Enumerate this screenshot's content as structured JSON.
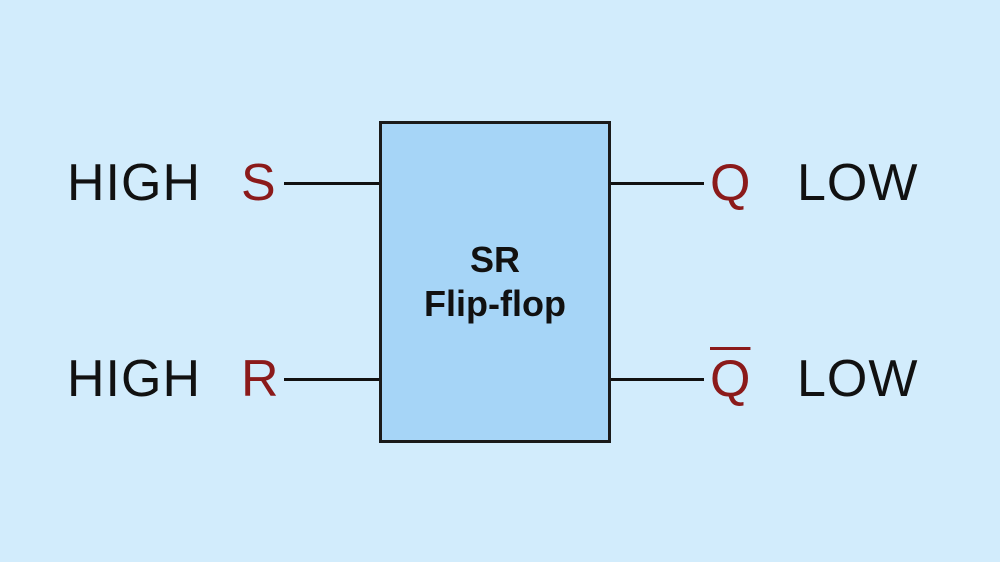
{
  "colors": {
    "background": "#d2ecfc",
    "block_fill": "#a6d5f7",
    "label_color": "#111111",
    "pin_color": "#8b1a1a"
  },
  "block": {
    "line1": "SR",
    "line2": "Flip-flop"
  },
  "inputs": [
    {
      "state": "HIGH",
      "pin": "S"
    },
    {
      "state": "HIGH",
      "pin": "R"
    }
  ],
  "outputs": [
    {
      "pin": "Q",
      "state": "LOW",
      "complemented": false
    },
    {
      "pin": "Q",
      "state": "LOW",
      "complemented": true
    }
  ]
}
